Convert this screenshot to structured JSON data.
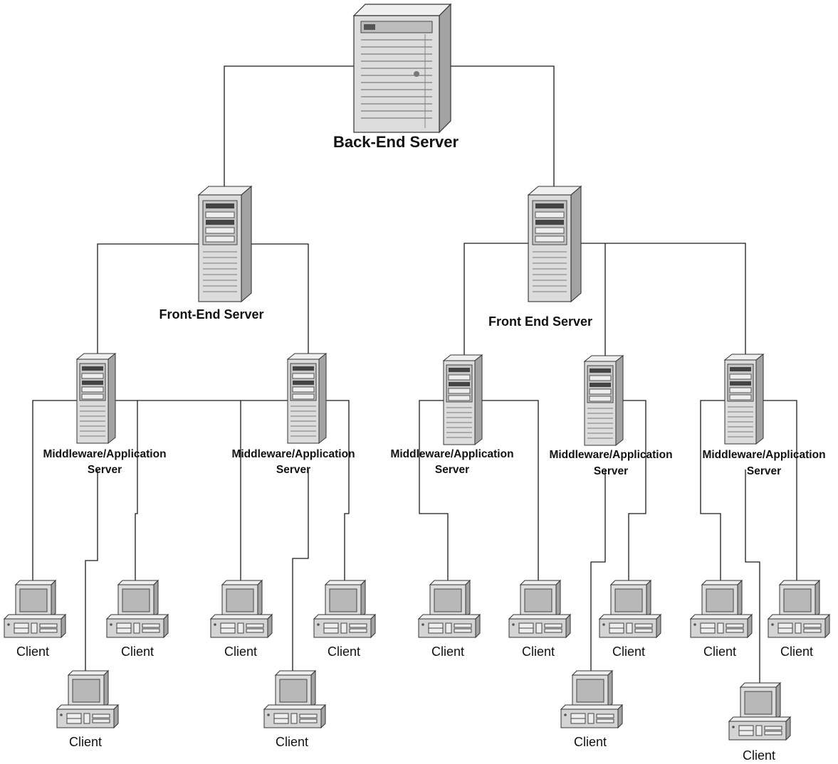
{
  "diagram": {
    "back_end": {
      "label": "Back-End Server"
    },
    "front_ends": [
      {
        "label": "Front-End Server"
      },
      {
        "label": "Front End Server"
      }
    ],
    "middleware": [
      {
        "line1": "Middleware/Application",
        "line2": "Server"
      },
      {
        "line1": "Middleware/Application",
        "line2": "Server"
      },
      {
        "line1": "Middleware/Application",
        "line2": "Server"
      },
      {
        "line1": "Middleware/Application",
        "line2": "Server"
      },
      {
        "line1": "Middleware/Application",
        "line2": "Server"
      }
    ],
    "client_label": "Client",
    "icons": {
      "server_tower": "server-tower-icon",
      "client_computer": "desktop-computer-icon"
    },
    "colors": {
      "line": "#1a1a1a",
      "device_face": "#d9d9d9",
      "device_side": "#a3a3a3",
      "screen": "#b8b8b8"
    }
  }
}
